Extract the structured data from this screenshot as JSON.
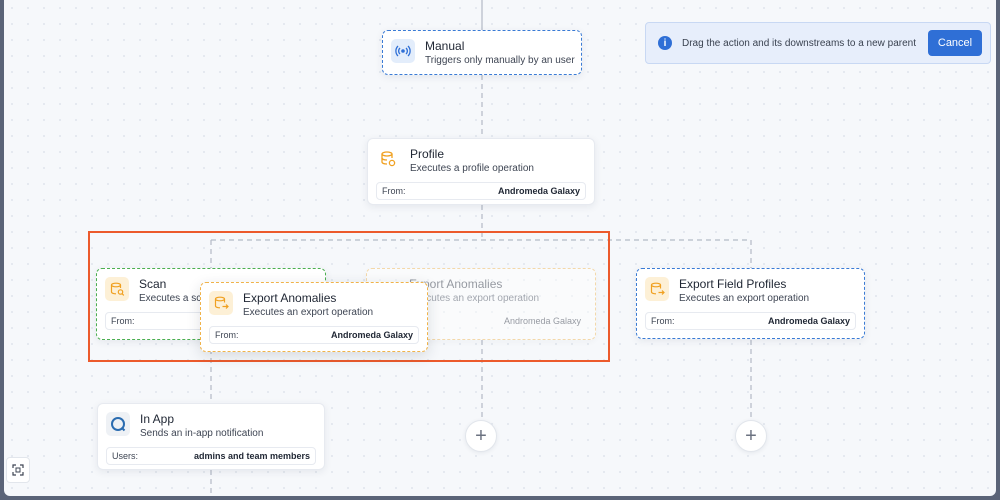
{
  "banner": {
    "message": "Drag the action and its downstreams to a new parent",
    "cancel_label": "Cancel"
  },
  "nodes": {
    "manual": {
      "title": "Manual",
      "subtitle": "Triggers only manually by an user",
      "icon": "broadcast-icon"
    },
    "profile": {
      "title": "Profile",
      "subtitle": "Executes a profile operation",
      "row_label": "From:",
      "row_value": "Andromeda Galaxy",
      "icon": "database-gear-icon"
    },
    "scan": {
      "title": "Scan",
      "subtitle": "Executes a sc",
      "row_label": "From:",
      "icon": "database-search-icon"
    },
    "export_anomalies_drag": {
      "title": "Export Anomalies",
      "subtitle": "Executes an export operation",
      "row_label": "From:",
      "row_value": "Andromeda Galaxy",
      "icon": "database-export-icon"
    },
    "export_anomalies_ghost": {
      "title": "Export Anomalies",
      "subtitle": "Executes an export operation",
      "row_value": "Andromeda Galaxy",
      "icon": "database-export-icon"
    },
    "export_field_profiles": {
      "title": "Export Field Profiles",
      "subtitle": "Executes an export operation",
      "row_label": "From:",
      "row_value": "Andromeda Galaxy",
      "icon": "database-export-icon"
    },
    "in_app": {
      "title": "In App",
      "subtitle": "Sends an in-app notification",
      "row_label": "Users:",
      "row_value": "admins and team members",
      "icon": "in-app-notification-icon"
    }
  },
  "add_buttons": [
    "+",
    "+"
  ],
  "colors": {
    "selection": "#ec5a2c",
    "accent": "#2f6fd6",
    "trigger_border": "#3a7bd5",
    "scan_border": "#4caf50",
    "export_border": "#f0b34a"
  }
}
